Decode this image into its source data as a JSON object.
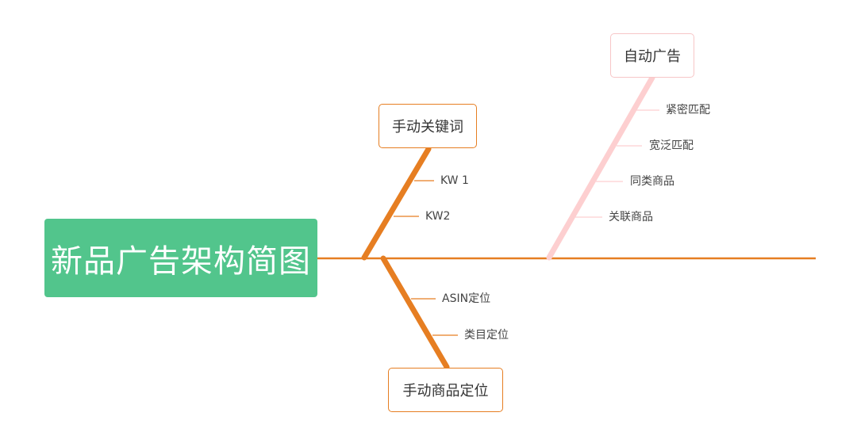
{
  "root": {
    "label": "新品广告架构简图"
  },
  "colors": {
    "root_fill": "#52c58c",
    "orange": "#e67e22",
    "pink": "#fdcfd0"
  },
  "branches": [
    {
      "label": "手动关键词",
      "children": [
        "KW 1",
        "KW2"
      ]
    },
    {
      "label": "自动广告",
      "children": [
        "紧密匹配",
        "宽泛匹配",
        "同类商品",
        "关联商品"
      ]
    },
    {
      "label": "手动商品定位",
      "children": [
        "ASIN定位",
        "类目定位"
      ]
    }
  ]
}
